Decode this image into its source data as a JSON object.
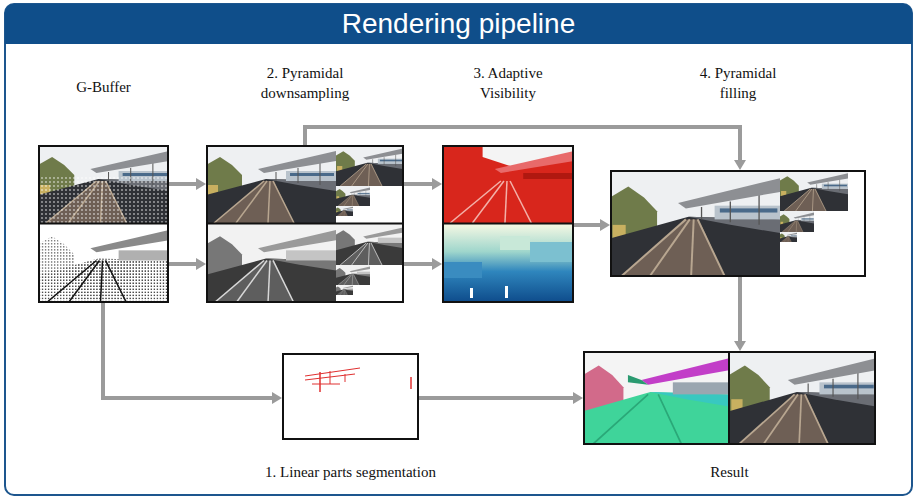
{
  "diagram": {
    "title": "Rendering pipeline",
    "nodes": [
      {
        "text": [
          "G-Buffer"
        ]
      },
      {
        "text": [
          "2. Pyramidal downsampling"
        ]
      },
      {
        "text": [
          "3. Adaptive Visibility"
        ]
      },
      {
        "text": [
          "4. Pyramidal filling"
        ]
      },
      {
        "text": [
          "1. Linear parts segmentation"
        ]
      },
      {
        "text": [
          "Result"
        ]
      }
    ],
    "edges": [
      {
        "from": 0,
        "to": 1,
        "arrow": "to"
      },
      {
        "from": 0,
        "to": 1,
        "arrow": "to"
      },
      {
        "from": 1,
        "to": 2,
        "arrow": "to"
      },
      {
        "from": 1,
        "to": 2,
        "arrow": "to"
      },
      {
        "from": 1,
        "to": 3,
        "arrow": "to"
      },
      {
        "from": 2,
        "to": 3,
        "arrow": "to"
      },
      {
        "from": 3,
        "to": 5,
        "arrow": "to"
      },
      {
        "from": 0,
        "to": 4,
        "arrow": "to"
      },
      {
        "from": 4,
        "to": 5,
        "arrow": "to"
      }
    ]
  }
}
